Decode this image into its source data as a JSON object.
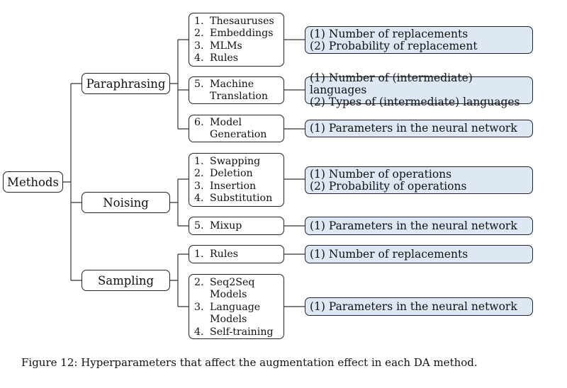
{
  "root": {
    "label": "Methods"
  },
  "categories": {
    "paraphrasing": {
      "label": "Paraphrasing",
      "groups": [
        {
          "items": [
            [
              "1.",
              "Thesauruses"
            ],
            [
              "2.",
              "Embeddings"
            ],
            [
              "3.",
              "MLMs"
            ],
            [
              "4.",
              "Rules"
            ]
          ],
          "params": [
            "(1) Number of replacements",
            "(2) Probability of replacement"
          ]
        },
        {
          "items": [
            [
              "5.",
              "Machine"
            ],
            [
              "",
              "Translation"
            ]
          ],
          "params": [
            "(1) Number of (intermediate) languages",
            "(2) Types of (intermediate) languages"
          ]
        },
        {
          "items": [
            [
              "6.",
              "Model"
            ],
            [
              "",
              "Generation"
            ]
          ],
          "params": [
            "(1) Parameters in the neural network"
          ]
        }
      ]
    },
    "noising": {
      "label": "Noising",
      "groups": [
        {
          "items": [
            [
              "1.",
              "Swapping"
            ],
            [
              "2.",
              "Deletion"
            ],
            [
              "3.",
              "Insertion"
            ],
            [
              "4.",
              "Substitution"
            ]
          ],
          "params": [
            "(1) Number of operations",
            "(2) Probability of operations"
          ]
        },
        {
          "items": [
            [
              "5.",
              "Mixup"
            ]
          ],
          "params": [
            "(1) Parameters in the neural network"
          ]
        }
      ]
    },
    "sampling": {
      "label": "Sampling",
      "groups": [
        {
          "items": [
            [
              "1.",
              "Rules"
            ]
          ],
          "params": [
            "(1) Number of replacements"
          ]
        },
        {
          "items": [
            [
              "2.",
              "Seq2Seq"
            ],
            [
              "",
              "Models"
            ],
            [
              "3.",
              "Language"
            ],
            [
              "",
              "Models"
            ],
            [
              "4.",
              "Self-training"
            ]
          ],
          "params": [
            "(1) Parameters in the neural network"
          ]
        }
      ]
    }
  },
  "caption": "Figure 12: Hyperparameters that affect the augmentation effect in each DA method."
}
